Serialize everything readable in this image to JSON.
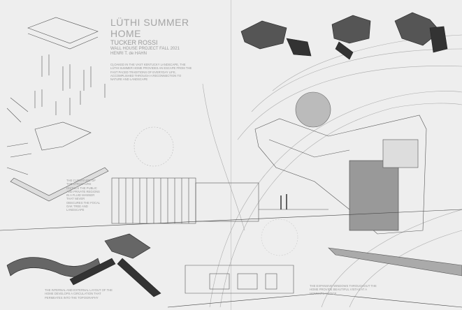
{
  "title": "LÜTHI SUMMER HOME",
  "author": "TUCKER ROSSI",
  "project": "WALL HOUSE PROJECT FALL 2021",
  "advisor": "HENRI T. de HAHN",
  "intro": "CLOAKED IN THE VAST KENTUCKY LANDSCAPE, THE LÜTHI SUMMER HOME PROVIDES AN ESCAPE FROM THE FAST PACED TRADITIONS OF EVERYDAY LIFE, ACCOMPLISHED THROUGH A RECONNECTION TO NATURE AND LANDSCAPE",
  "curvature_note": "THE CURVATURE OF THE STRUCTURE DISTILLS THE PUBLIC AND PRIVATE REGIONS IN A FLUID MANNER THAT NEVER OBSCURES THE FOCAL OAK TREE AND LANDSCAPE",
  "circulation_note": "THE INTERNAL AND EXTERNAL LAYOUT OF THE HOME DEVELOPS A CIRCULATION THAT PERMEATES INTO THE TOPOGRAPHY",
  "windows_note": "THE EXPANSIVE WINDOWS THROUGHOUT THE HOME PROVIDE BEAUTIFUL VISTAS AT A MOMENTS NOTICE"
}
